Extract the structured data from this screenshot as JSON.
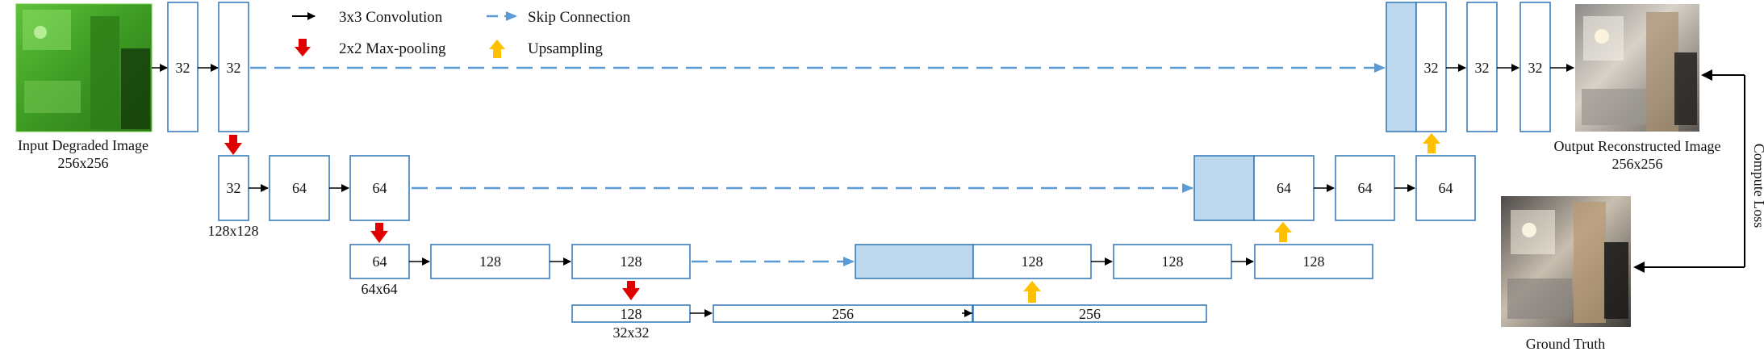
{
  "legend": {
    "conv": "3x3 Convolution",
    "skip": "Skip Connection",
    "pool": "2x2 Max-pooling",
    "up": "Upsampling"
  },
  "labels": {
    "input_name": "Input Degraded Image",
    "input_size": "256x256",
    "output_name": "Output Reconstructed Image",
    "output_size": "256x256",
    "ground_truth": "Ground Truth",
    "compute_loss": "Compute Loss",
    "res128": "128x128",
    "res64": "64x64",
    "res32": "32x32"
  },
  "blocks": {
    "enc1a": "32",
    "enc1b": "32",
    "enc2a": "32",
    "enc2b": "64",
    "enc2c": "64",
    "enc3a": "64",
    "enc3b": "128",
    "enc3c": "128",
    "bot_a": "128",
    "bot_b": "256",
    "bot_c": "256",
    "dec3a": "128",
    "dec3b": "128",
    "dec3c": "128",
    "dec2a": "64",
    "dec2b": "64",
    "dec2c": "64",
    "dec1a": "32",
    "dec1b": "32",
    "dec1c": "32"
  },
  "colors": {
    "block_border": "#2e75b6",
    "skip_fill": "#bdd7ee",
    "skip_line": "#5b9bd5",
    "pool_arrow": "#e00000",
    "up_arrow": "#ffc000",
    "conv_arrow": "#000000"
  }
}
